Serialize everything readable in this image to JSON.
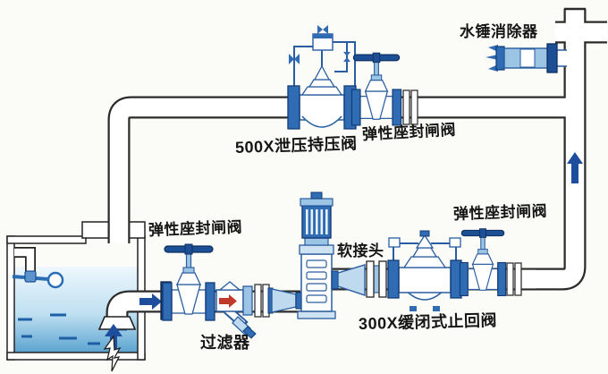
{
  "diagram": {
    "type": "pump-station piping schematic",
    "labels": {
      "water_hammer_eliminator": "水锤消除器",
      "relief_valve_500x": "500X泄压持压阀",
      "gate_valve_top": "弹性座封闸阀",
      "gate_valve_suction": "弹性座封闸阀",
      "flexible_joint": "软接头",
      "strainer": "过滤器",
      "check_valve_300x": "300X缓闭式止回阀",
      "gate_valve_discharge": "弹性座封闸阀"
    },
    "colors": {
      "component_blue": "#2f6cb3",
      "dark_blue": "#1d4f94",
      "light_blue": "#9cc4e4",
      "pale_blue": "#bfd9ee",
      "pipe_outline": "#2b2b2b",
      "water_top": "#eaf5fb",
      "water_bottom": "#5ba3cf",
      "flow_arrow_blue": "#1d4e9e",
      "strainer_arrow_red": "#c0392b",
      "label_color": "#151515"
    }
  }
}
